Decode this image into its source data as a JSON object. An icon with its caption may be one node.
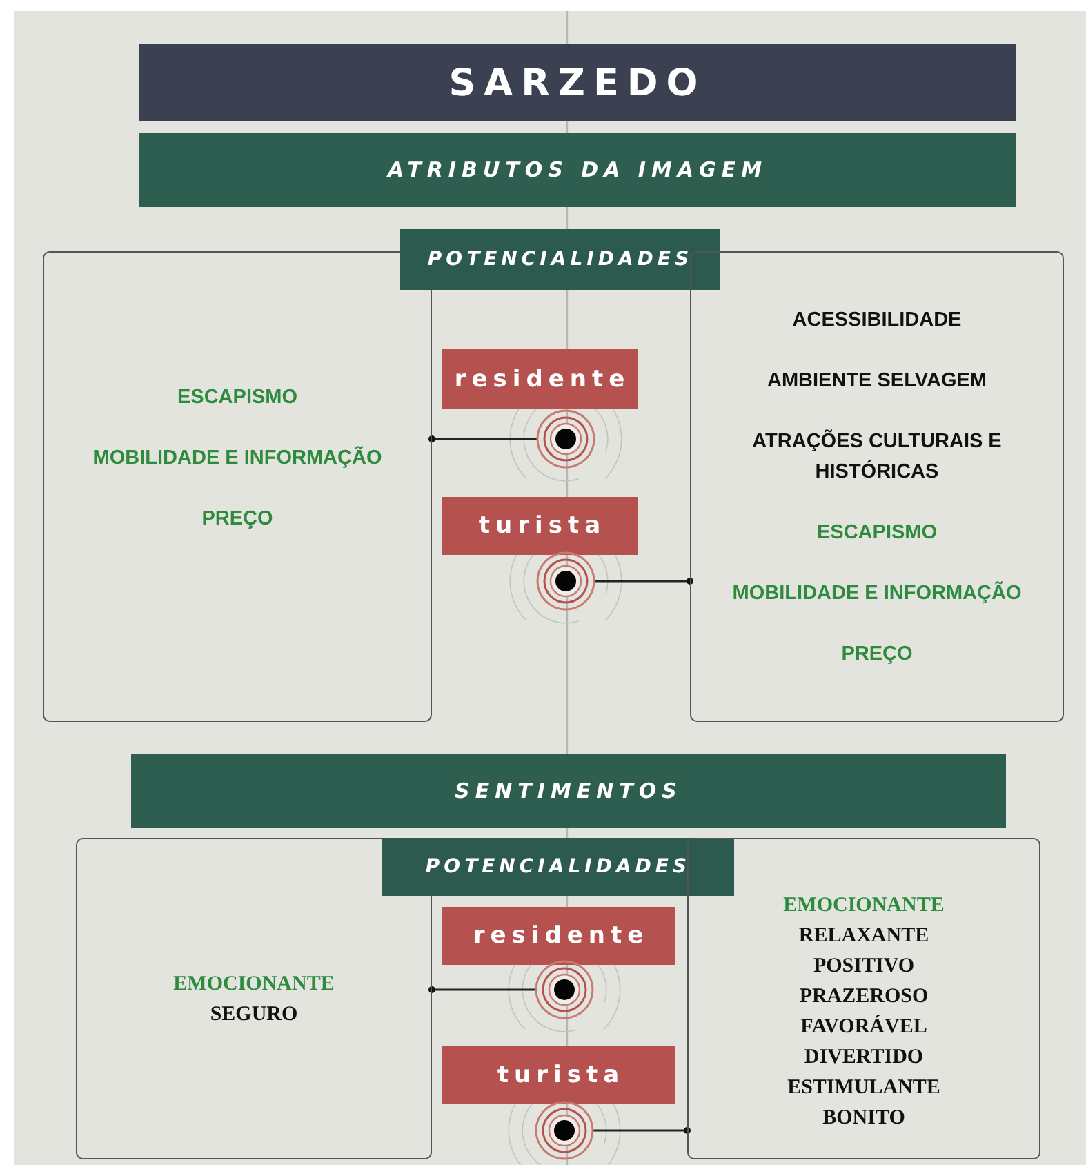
{
  "diagram": {
    "title": "SARZEDO",
    "nodes": [
      {
        "text": [
          "ATRIBUTOS DA IMAGEM"
        ]
      },
      {
        "text": [
          "ESCAPISMO",
          "MOBILIDADE E INFORMAÇÃO",
          "PREÇO"
        ]
      },
      {
        "text": [
          "POTENCIALIDADES"
        ]
      },
      {
        "text": [
          "ACESSIBILIDADE",
          "AMBIENTE SELVAGEM",
          "ATRAÇÕES CULTURAIS E HISTÓRICAS",
          "ESCAPISMO",
          "MOBILIDADE E INFORMAÇÃO",
          "PREÇO"
        ]
      },
      {
        "text": [
          "residente"
        ]
      },
      {
        "text": [],
        "shape": "circle"
      },
      {
        "text": [
          "turista"
        ]
      },
      {
        "text": [],
        "shape": "circle"
      },
      {
        "text": [
          "SENTIMENTOS"
        ]
      },
      {
        "text": [
          "EMOCIONANTE",
          "SEGURO"
        ]
      },
      {
        "text": [
          "POTENCIALIDADES"
        ]
      },
      {
        "text": [
          "EMOCIONANTE",
          "RELAXANTE",
          "POSITIVO",
          "PRAZEROSO",
          "FAVORÁVEL",
          "DIVERTIDO",
          "ESTIMULANTE",
          "BONITO"
        ]
      },
      {
        "text": [
          "residente"
        ]
      },
      {
        "text": [],
        "shape": "circle"
      },
      {
        "text": [
          "turista"
        ]
      },
      {
        "text": [],
        "shape": "circle"
      }
    ],
    "edges": [
      {
        "from": 5,
        "to": 1,
        "arrow": "other"
      },
      {
        "from": 7,
        "to": 3,
        "arrow": "other"
      },
      {
        "from": 13,
        "to": 9,
        "arrow": "other"
      },
      {
        "from": 15,
        "to": 11,
        "arrow": "other"
      }
    ]
  }
}
